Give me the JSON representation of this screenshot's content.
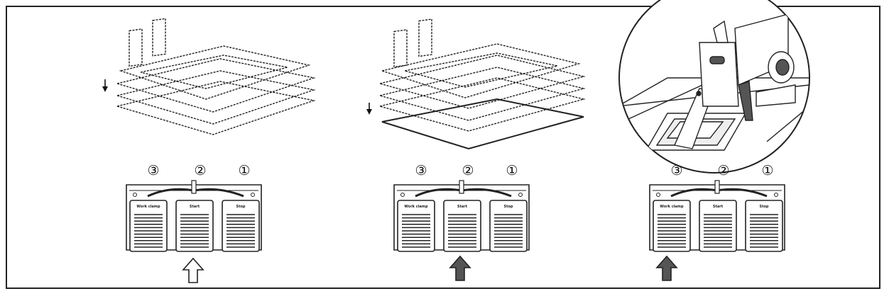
{
  "panels": [
    {
      "pedal_numbers": [
        "③",
        "②",
        "①"
      ],
      "pedal_labels": [
        "Work clamp",
        "Start",
        "Stop"
      ],
      "arrow": "outline-up-arrow-icon",
      "arrow_style": "outline",
      "arrow_position": "center",
      "stack_arrow": "down-arrow-icon"
    },
    {
      "pedal_numbers": [
        "③",
        "②",
        "①"
      ],
      "pedal_labels": [
        "Work clamp",
        "Start",
        "Stop"
      ],
      "arrow": "filled-up-arrow-icon",
      "arrow_style": "filled",
      "arrow_position": "center",
      "stack_arrow": "down-arrow-icon"
    },
    {
      "pedal_numbers": [
        "③",
        "②",
        "①"
      ],
      "pedal_labels": [
        "Work clamp",
        "Start",
        "Stop"
      ],
      "arrow": "filled-up-arrow-icon",
      "arrow_style": "filled",
      "arrow_position": "left",
      "stack_arrow": ""
    }
  ],
  "colors": {
    "line": "#222222",
    "fill_dark": "#555555",
    "background": "#ffffff"
  }
}
